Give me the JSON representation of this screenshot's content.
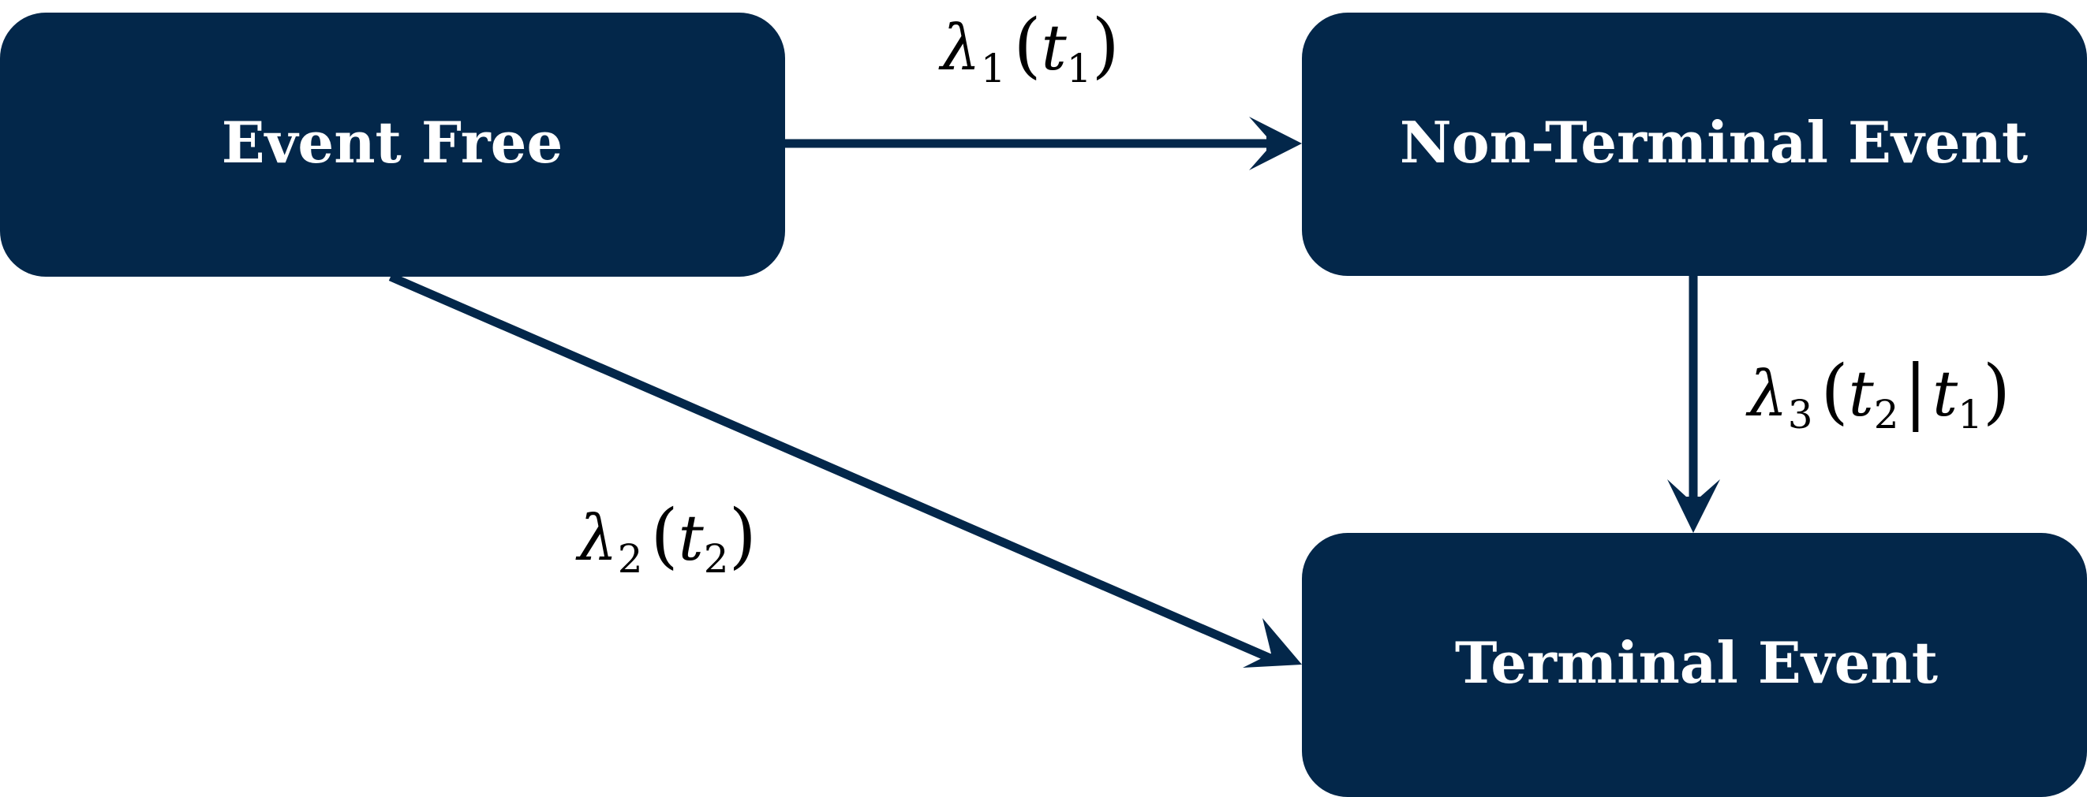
{
  "colors": {
    "node_fill": "#03274A",
    "node_text": "#FFFFFF",
    "edge": "#03274A",
    "label_text": "#000000"
  },
  "nodes": {
    "event_free": {
      "label": "Event Free"
    },
    "non_terminal": {
      "label": "Non-Terminal Event"
    },
    "terminal": {
      "label": "Terminal Event"
    }
  },
  "edges": {
    "lambda1": {
      "symbol": "λ",
      "sub": "1",
      "open": "(",
      "arg": "t",
      "arg_sub": "1",
      "close": ")"
    },
    "lambda2": {
      "symbol": "λ",
      "sub": "2",
      "open": "(",
      "arg": "t",
      "arg_sub": "2",
      "close": ")"
    },
    "lambda3": {
      "symbol": "λ",
      "sub": "3",
      "open": "(",
      "arg": "t",
      "arg_sub": "2",
      "bar": "|",
      "arg2": "t",
      "arg2_sub": "1",
      "close": ")"
    }
  }
}
